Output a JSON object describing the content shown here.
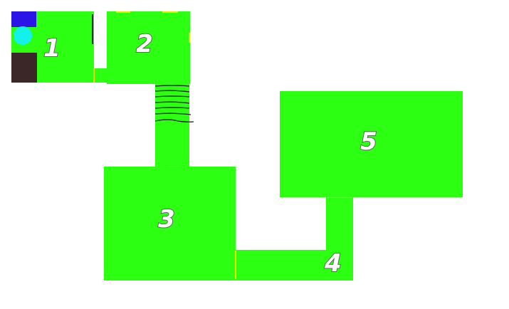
{
  "map": {
    "colors": {
      "background": "#ffffff",
      "floor": "#2cff12",
      "doorway": "#e8e800",
      "stairs": "#1a1a1a",
      "label_fill": "#ffffff",
      "label_outline": "#5a5a5a",
      "item_blue": "#2a14e6",
      "item_cyan": "#13f2ea",
      "item_dark": "#3b2727"
    },
    "rooms": [
      {
        "id": "room-1",
        "label": "1"
      },
      {
        "id": "room-2",
        "label": "2"
      },
      {
        "id": "room-3",
        "label": "3"
      },
      {
        "id": "room-4",
        "label": "4"
      },
      {
        "id": "room-5",
        "label": "5"
      }
    ],
    "items": [
      {
        "name": "blue-square-icon"
      },
      {
        "name": "cyan-circle-icon"
      },
      {
        "name": "dark-block-icon"
      }
    ],
    "features": [
      "stairs",
      "doorways",
      "corridors"
    ]
  }
}
